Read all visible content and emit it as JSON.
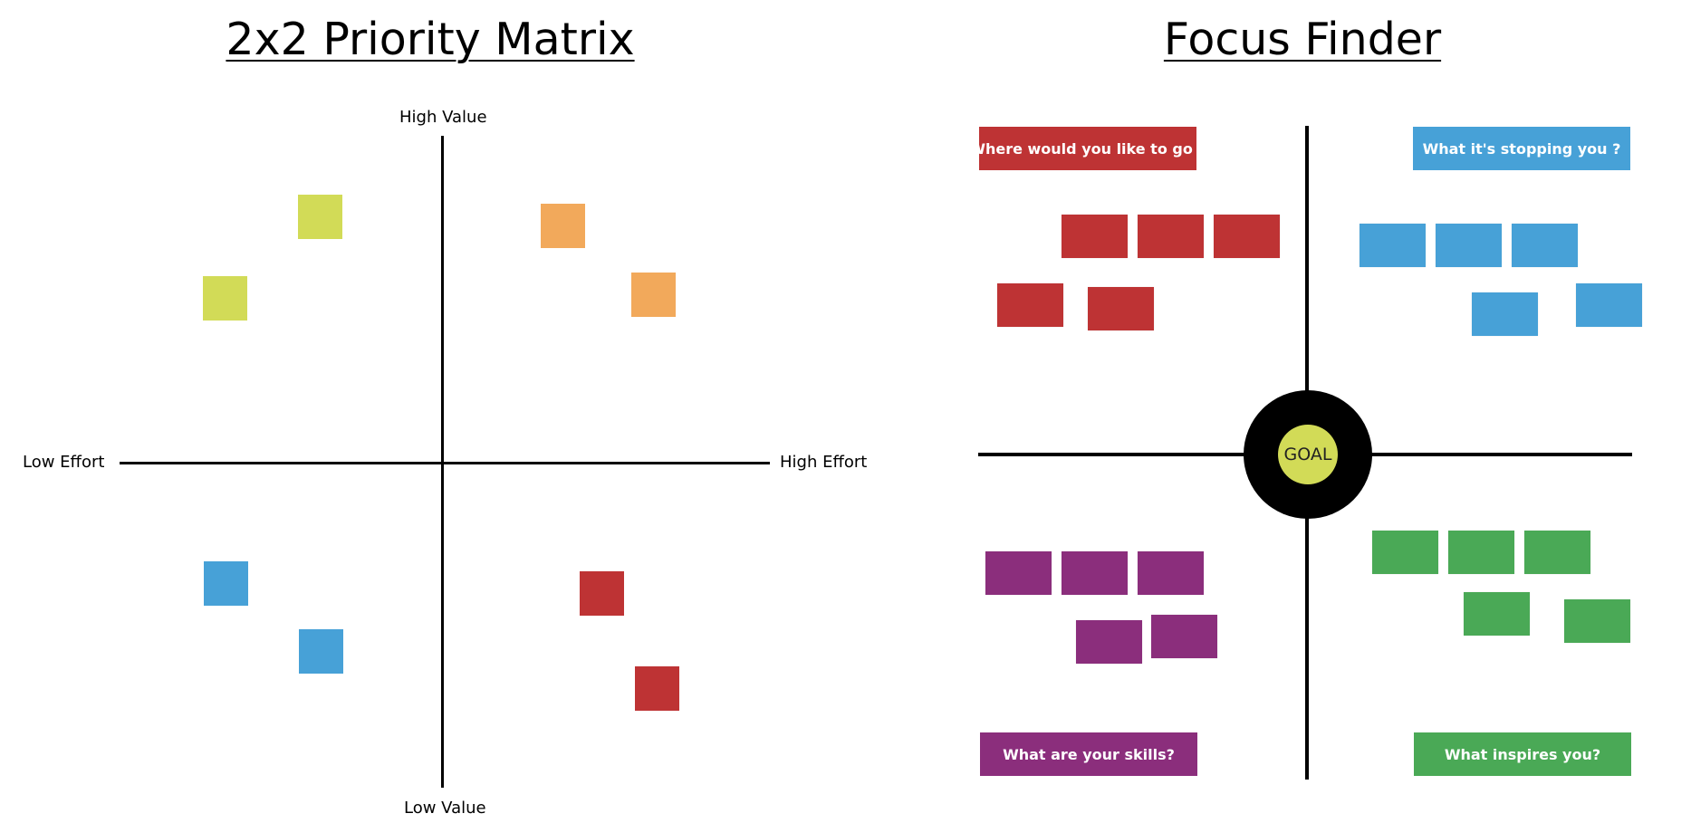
{
  "priority_matrix": {
    "title": "2x2 Priority Matrix",
    "labels": {
      "top": "High Value",
      "bottom": "Low Value",
      "left": "Low Effort",
      "right": "High Effort"
    },
    "notes": [
      {
        "quadrant": "high-value-low-effort",
        "color": "#d2db57"
      },
      {
        "quadrant": "high-value-low-effort",
        "color": "#d2db57"
      },
      {
        "quadrant": "high-value-high-effort",
        "color": "#f2a95b"
      },
      {
        "quadrant": "high-value-high-effort",
        "color": "#f2a95b"
      },
      {
        "quadrant": "low-value-low-effort",
        "color": "#47a1d7"
      },
      {
        "quadrant": "low-value-low-effort",
        "color": "#47a1d7"
      },
      {
        "quadrant": "low-value-high-effort",
        "color": "#be3334"
      },
      {
        "quadrant": "low-value-high-effort",
        "color": "#be3334"
      }
    ]
  },
  "focus_finder": {
    "title": "Focus Finder",
    "goal_label": "GOAL",
    "goal_color": "#d2db57",
    "quadrants": [
      {
        "heading": "Where would you like to go ?",
        "color": "#be3334",
        "card_count": 5
      },
      {
        "heading": "What it's stopping you ?",
        "color": "#47a1d7",
        "card_count": 5
      },
      {
        "heading": "What are your skills?",
        "color": "#8b2e7c",
        "card_count": 5
      },
      {
        "heading": "What inspires you?",
        "color": "#4aa956",
        "card_count": 5
      }
    ]
  }
}
